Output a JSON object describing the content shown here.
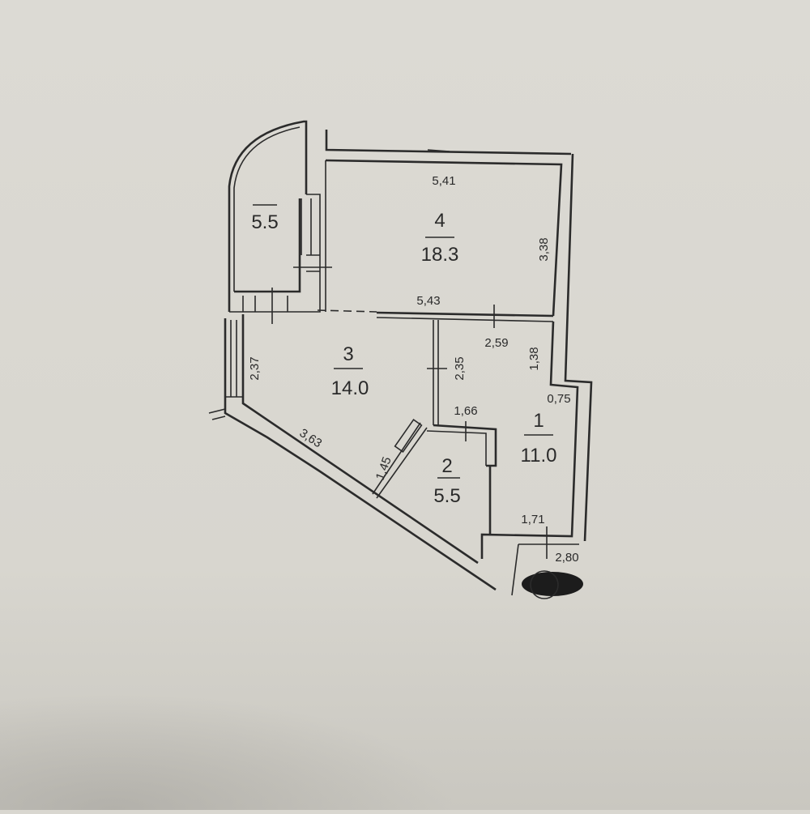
{
  "rooms": [
    {
      "number": "1",
      "area": "11.0"
    },
    {
      "number": "2",
      "area": "5.5"
    },
    {
      "number": "3",
      "area": "14.0"
    },
    {
      "number": "4",
      "area": "18.3"
    }
  ],
  "balcony": {
    "area": "5.5"
  },
  "dimensions": {
    "room4_top": "5,41",
    "room4_right": "3,38",
    "room4_bottom": "5,43",
    "room3_left": "2,37",
    "room3_right": "2,35",
    "room3_diagonal": "3,63",
    "room2_diagonal": "1,45",
    "room2_top": "1,66",
    "room1_top": "2,59",
    "room1_right_upper": "1,38",
    "room1_step": "0,75",
    "room1_bottom": "1,71",
    "entrance": "2,80"
  }
}
